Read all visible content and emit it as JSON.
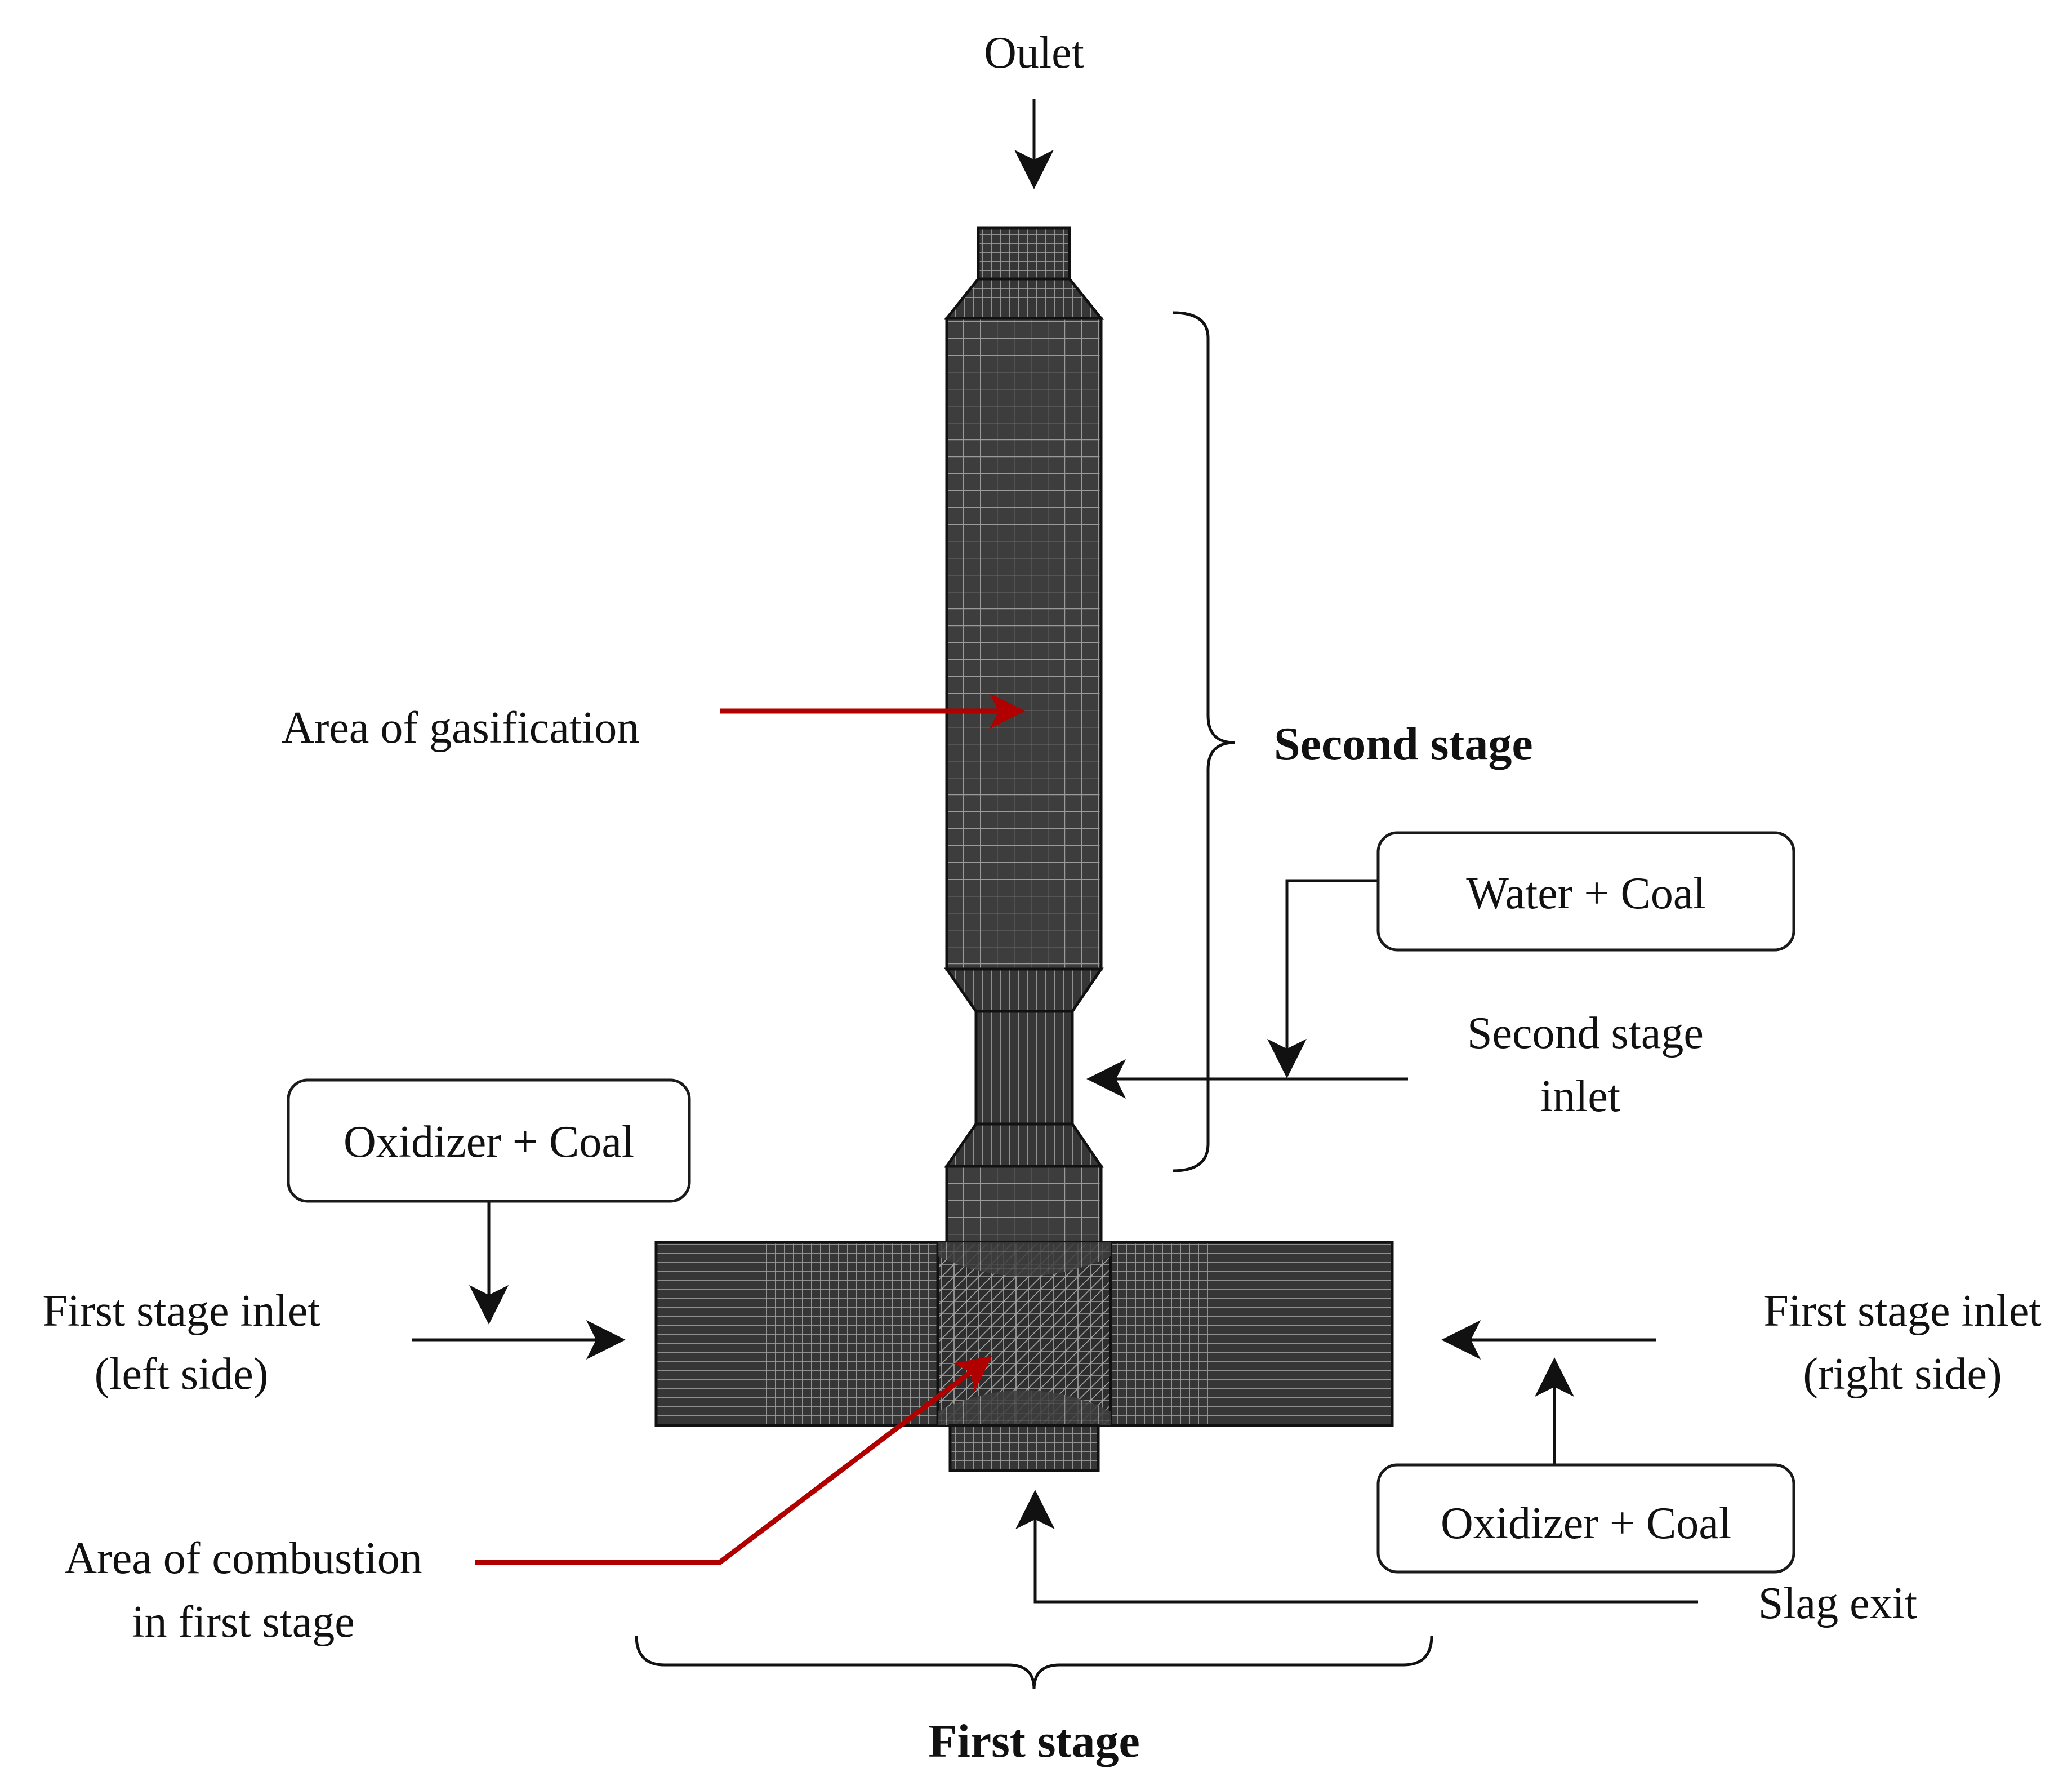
{
  "labels": {
    "outlet": "Oulet",
    "area_gasification": "Area of gasification",
    "second_stage": "Second stage",
    "water_coal": "Water + Coal",
    "second_stage_inlet_line1": "Second stage",
    "second_stage_inlet_line2": "inlet",
    "oxidizer_coal_left": "Oxidizer + Coal",
    "first_inlet_left_line1": "First stage inlet",
    "first_inlet_left_line2": "(left side)",
    "first_inlet_right_line1": "First stage inlet",
    "first_inlet_right_line2": "(right side)",
    "oxidizer_coal_right": "Oxidizer + Coal",
    "area_combustion_line1": "Area of combustion",
    "area_combustion_line2": "in first stage",
    "slag_exit": "Slag exit",
    "first_stage": "First stage"
  },
  "colors": {
    "mesh_dark": "#3d3d3d",
    "mesh_lines": "#9a9a9a",
    "highlight_arrow": "#b00000",
    "ink": "#111111"
  }
}
